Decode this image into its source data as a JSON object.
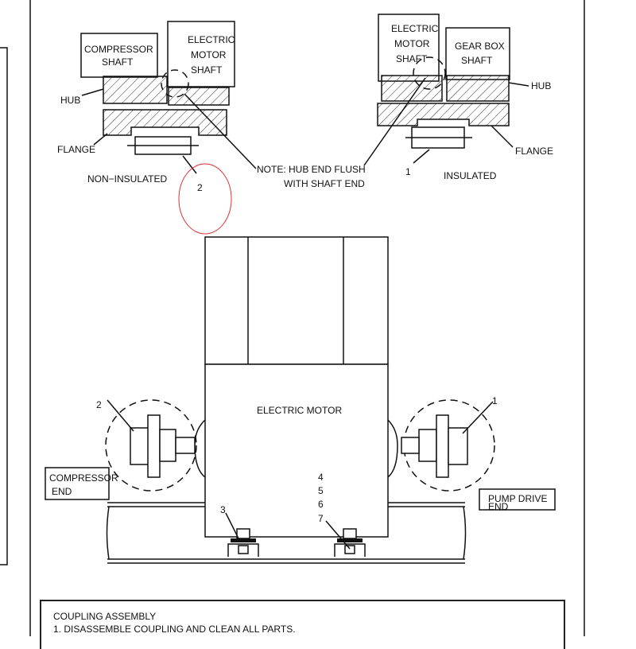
{
  "detail_left": {
    "compressor_shaft": [
      "COMPRESSOR",
      "SHAFT"
    ],
    "motor_shaft": [
      "ELECTRIC",
      "MOTOR",
      "SHAFT"
    ],
    "hub": "HUB",
    "flange": "FLANGE",
    "caption": "NON−INSULATED",
    "callout": "2"
  },
  "note": [
    "NOTE: HUB END FLUSH",
    "WITH SHAFT END"
  ],
  "detail_right": {
    "motor_shaft": [
      "ELECTRIC",
      "MOTOR",
      "SHAFT"
    ],
    "gearbox_shaft": [
      "GEAR  BOX",
      "SHAFT"
    ],
    "hub": "HUB",
    "flange": "FLANGE",
    "caption": "INSULATED",
    "callout": "1"
  },
  "motor": {
    "label": "ELECTRIC MOTOR",
    "callout_left": "2",
    "callout_right": "1",
    "callout_3": "3",
    "callouts_stack": [
      "4",
      "5",
      "6",
      "7"
    ],
    "compressor_end": [
      "COMPRESSOR",
      "END"
    ],
    "pump_drive_end": [
      "PUMP DRIVE",
      "END"
    ]
  },
  "instructions": {
    "title": "COUPLING ASSEMBLY",
    "steps": [
      "1.  DISASSEMBLE COUPLING AND CLEAN ALL PARTS."
    ]
  },
  "colors": {
    "annotation": "#e03030"
  }
}
